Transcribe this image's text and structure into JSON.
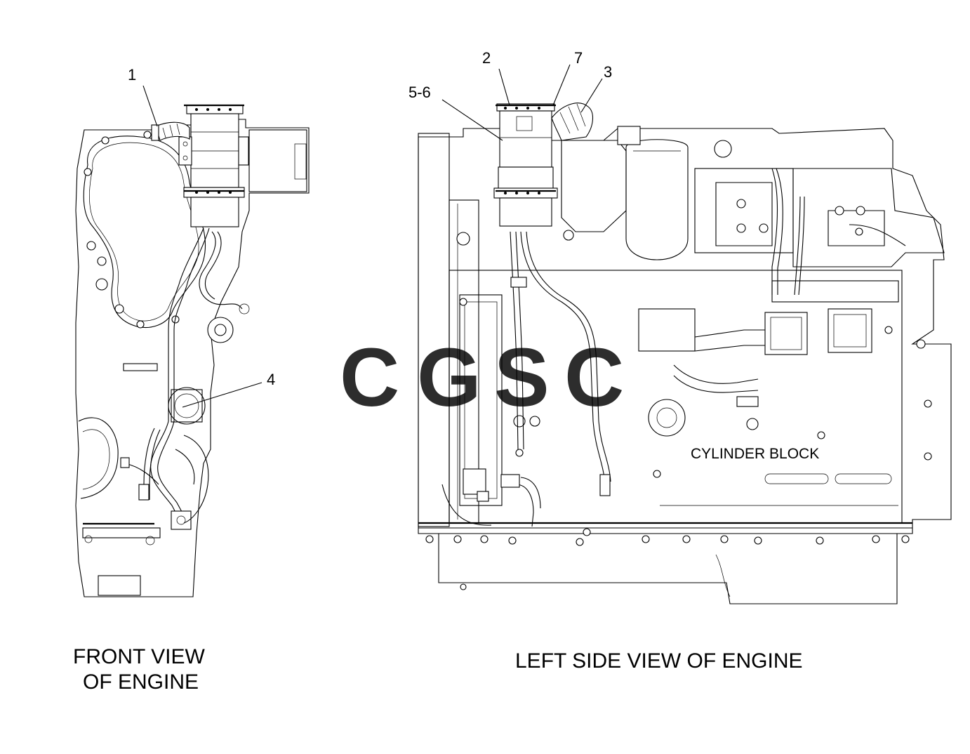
{
  "callouts": {
    "c1": "1",
    "c2": "2",
    "c3": "3",
    "c4": "4",
    "c56": "5-6",
    "c7": "7"
  },
  "captions": {
    "front_line1": "FRONT VIEW",
    "front_line2": "OF ENGINE",
    "left_side": "LEFT SIDE VIEW OF ENGINE"
  },
  "labels": {
    "cylinder_block": "CYLINDER BLOCK"
  },
  "watermark": {
    "letters": [
      "C",
      "G",
      "S",
      "C"
    ],
    "colors": [
      "#4f8ef5",
      "#f08a80",
      "#f7d24f",
      "#4fae7b"
    ]
  }
}
